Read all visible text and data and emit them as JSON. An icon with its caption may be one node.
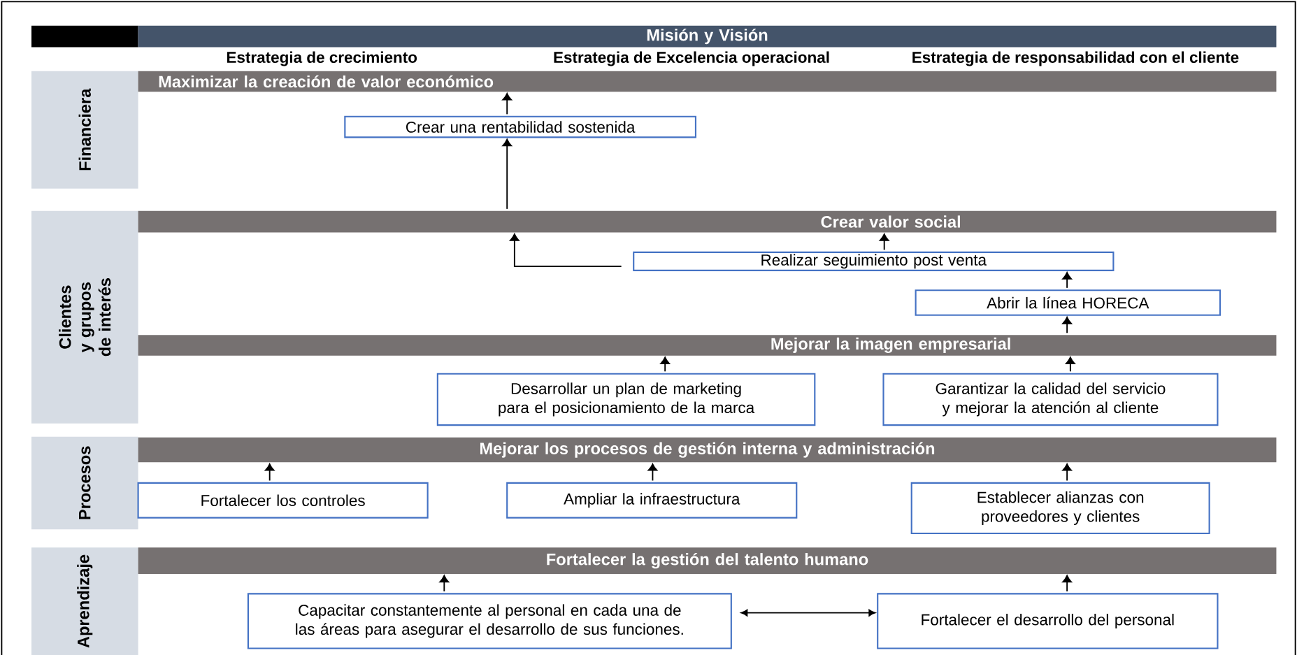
{
  "diagram": {
    "nodes": [
      {
        "text": [
          "Misión y Visión"
        ]
      },
      {
        "text": [
          "Financiera"
        ]
      },
      {
        "text": [
          "Maximizar la creación de valor económico"
        ]
      },
      {
        "text": [
          "Crear una rentabilidad sostenida"
        ]
      },
      {
        "text": [
          "Clientes y grupos de interés"
        ]
      },
      {
        "text": [
          "Crear valor social"
        ]
      },
      {
        "text": [
          "Realizar seguimiento post venta"
        ]
      },
      {
        "text": [
          "Abrir la línea HORECA"
        ]
      },
      {
        "text": [
          "Mejorar la imagen empresarial"
        ]
      },
      {
        "text": [
          "Desarrollar un plan de marketing para el posicionamiento de la marca"
        ]
      },
      {
        "text": [
          "Garantizar la calidad del servicio y mejorar la atención al cliente"
        ]
      },
      {
        "text": [
          "Procesos"
        ]
      },
      {
        "text": [
          "Mejorar los procesos de gestión interna y administración"
        ]
      },
      {
        "text": [
          "Fortalecer los controles"
        ]
      },
      {
        "text": [
          "Ampliar la infraestructura"
        ]
      },
      {
        "text": [
          "Establecer alianzas con proveedores y clientes"
        ]
      },
      {
        "text": [
          "Aprendizaje"
        ]
      },
      {
        "text": [
          "Fortalecer la gestión del talento humano"
        ]
      },
      {
        "text": [
          "Capacitar constantemente al personal en cada una de las áreas para asegurar el desarrollo de sus funciones."
        ]
      },
      {
        "text": [
          "Fortalecer el desarrollo del personal"
        ]
      }
    ],
    "edges": [
      {
        "from": 3,
        "to": 2,
        "arrow": "to"
      },
      {
        "from": 5,
        "to": 3,
        "arrow": "to"
      },
      {
        "from": 6,
        "to": 5,
        "arrow": "to"
      },
      {
        "from": 6,
        "to": 5,
        "arrow": "to"
      },
      {
        "from": 7,
        "to": 6,
        "arrow": "to"
      },
      {
        "from": 8,
        "to": 7,
        "arrow": "to"
      },
      {
        "from": 9,
        "to": 8,
        "arrow": "to"
      },
      {
        "from": 10,
        "to": 8,
        "arrow": "to"
      },
      {
        "from": 13,
        "to": 12,
        "arrow": "to"
      },
      {
        "from": 14,
        "to": 12,
        "arrow": "to"
      },
      {
        "from": 15,
        "to": 12,
        "arrow": "to"
      },
      {
        "from": 18,
        "to": 17,
        "arrow": "to"
      },
      {
        "from": 19,
        "to": 17,
        "arrow": "to"
      },
      {
        "from": 18,
        "to": 19,
        "arrow": "both"
      }
    ],
    "labels": [
      "Estrategia de crecimiento",
      "Estrategia de Excelencia operacional",
      "Estrategia de responsabilidad con el cliente"
    ]
  }
}
